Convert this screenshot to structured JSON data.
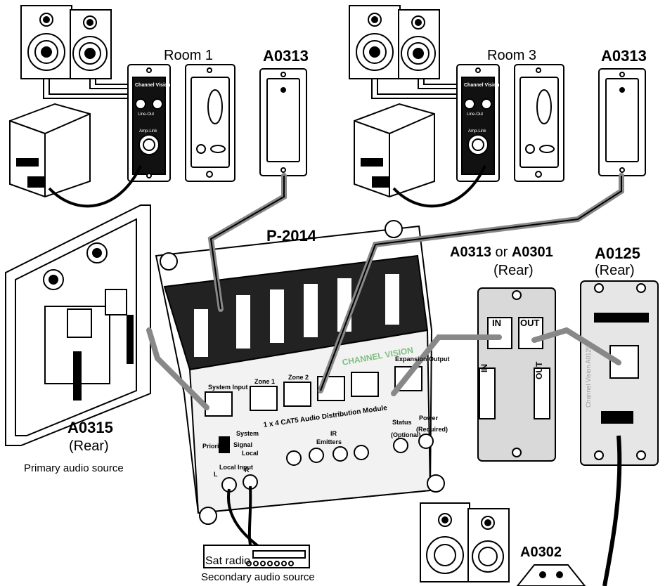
{
  "labels": {
    "room1": "Room 1",
    "room3": "Room 3",
    "a0313_left": "A0313",
    "a0313_right": "A0313",
    "p2014": "P-2014",
    "a0313_or": "A0313",
    "or_word": "or",
    "a0301": "A0301",
    "rear_mid": "(Rear)",
    "a0125": "A0125",
    "rear_a0125": "(Rear)",
    "a0315": "A0315",
    "rear_a0315": "(Rear)",
    "primary": "Primary audio source",
    "sat_radio": "Sat radio",
    "secondary": "Secondary audio source",
    "a0302": "A0302"
  },
  "module": {
    "zone1": "Zone 1",
    "zone2": "Zone 2",
    "system_input": "System Input",
    "expansion_output": "Expansion Output",
    "title": "1 x 4  CAT5 Audio Distribution Module",
    "system": "System",
    "signal": "Signal",
    "priority": "Priority",
    "local": "Local",
    "local_input": "Local Input",
    "l": "L",
    "r": "R",
    "ir": "IR",
    "emitters": "Emitters",
    "status": "Status",
    "optional": "(Optional)",
    "power": "Power",
    "required": "(Required)",
    "watermark": "CHANNEL VISION"
  },
  "plates": {
    "in": "IN",
    "out": "OUT",
    "channel_vision": "Channel Vision",
    "line_out": "Line-Out",
    "amp_link": "Amp-Link",
    "a0125_side": "Channel Vision A0125"
  }
}
